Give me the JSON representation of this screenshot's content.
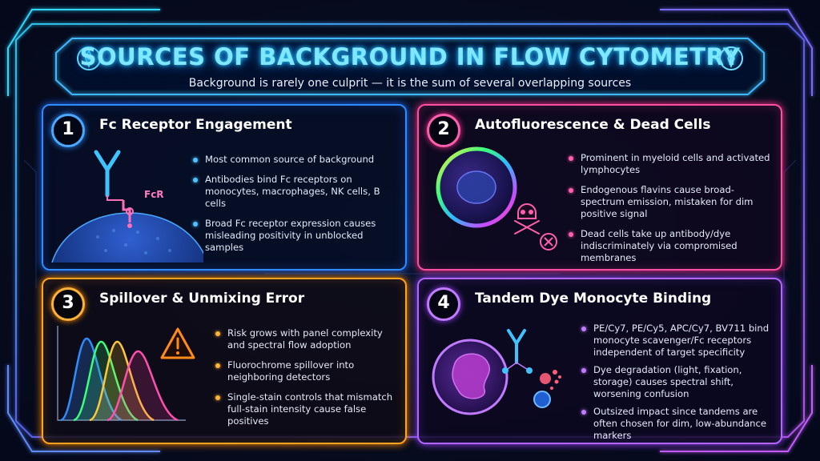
{
  "header": {
    "title": "SOURCES OF BACKGROUND IN FLOW CYTOMETRY",
    "subtitle": "Background is rarely one culprit — it is the sum of several overlapping sources",
    "left_icon": "compass-icon",
    "right_icon": "compass-icon"
  },
  "colors": {
    "panel1": "#2f8cff",
    "panel2": "#ff4fa3",
    "panel3": "#ffa321",
    "panel4": "#b266ff",
    "title": "#7fe7ff"
  },
  "panels": [
    {
      "number": "1",
      "title": "Fc Receptor Engagement",
      "label": "FcR",
      "bullets": [
        "Most common source of background",
        "Antibodies bind Fc receptors on monocytes, macrophages, NK cells, B cells",
        "Broad Fc receptor expression causes misleading positivity in unblocked samples"
      ]
    },
    {
      "number": "2",
      "title": "Autofluorescence & Dead Cells",
      "bullets": [
        "Prominent in myeloid cells and activated lymphocytes",
        "Endogenous flavins cause broad-spectrum emission, mistaken for dim positive signal",
        "Dead cells take up antibody/dye indiscriminately via compromised membranes"
      ]
    },
    {
      "number": "3",
      "title": "Spillover & Unmixing Error",
      "bullets": [
        "Risk grows with panel complexity and spectral flow adoption",
        "Fluorochrome spillover into neighboring detectors",
        "Single-stain controls that mismatch full-stain intensity cause false positives"
      ]
    },
    {
      "number": "4",
      "title": "Tandem Dye Monocyte Binding",
      "bullets": [
        "PE/Cy7, PE/Cy5, APC/Cy7, BV711 bind monocyte scavenger/Fc receptors independent of target specificity",
        "Dye degradation (light, fixation, storage) causes spectral shift, worsening confusion",
        "Outsized impact since tandems are often chosen for dim, low-abundance markers"
      ]
    }
  ]
}
